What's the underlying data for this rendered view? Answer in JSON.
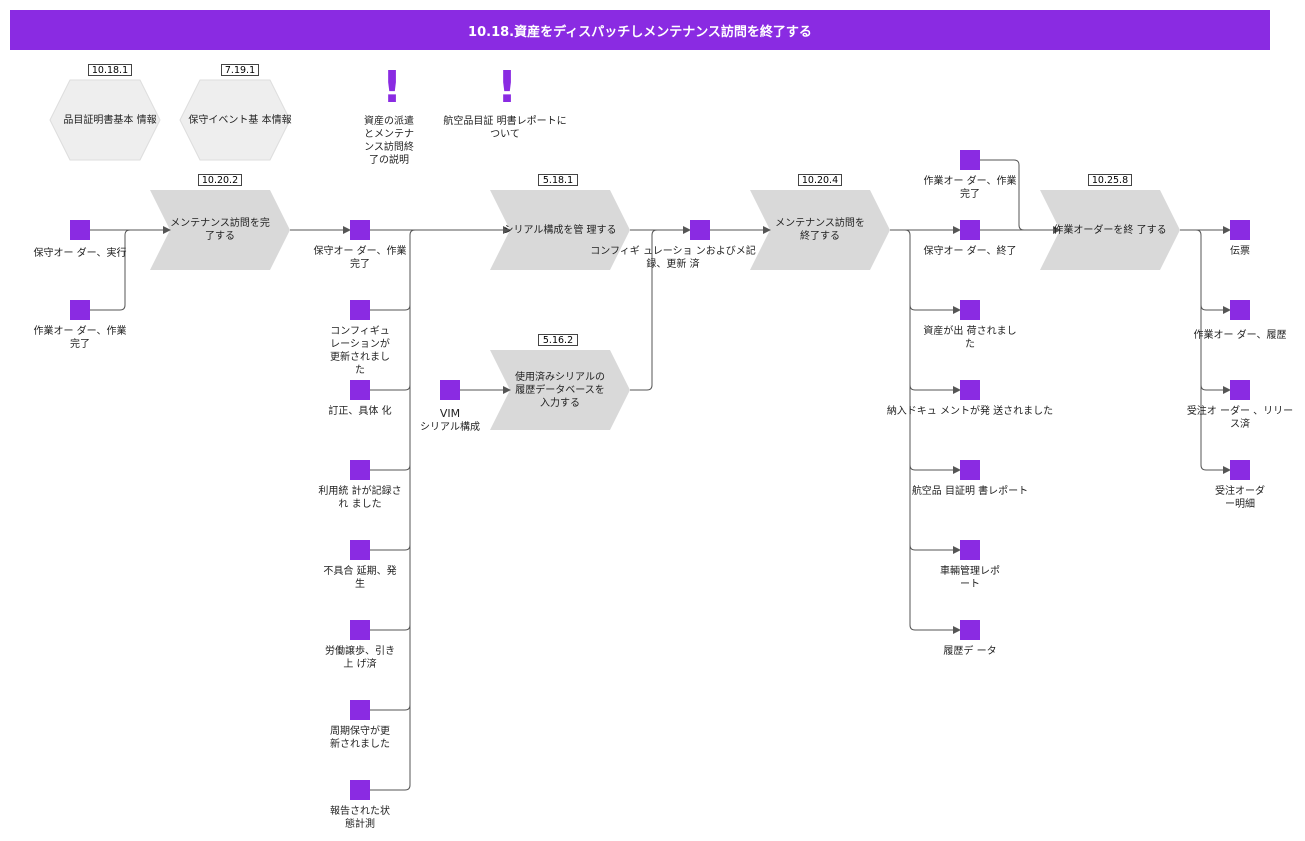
{
  "title": "10.18.資産をディスパッチしメンテナンス訪問を終了する",
  "colors": {
    "accent": "#8a2be2",
    "process_fill": "#d9d9d9",
    "hexagon_fill": "#eeeeee",
    "line": "#555555"
  },
  "hexagons": [
    {
      "id": "h1",
      "tag": "10.18.1",
      "label": "品目証明書基本 情報"
    },
    {
      "id": "h2",
      "tag": "7.19.1",
      "label": "保守イベント基 本情報"
    }
  ],
  "notes": [
    {
      "id": "n1",
      "icon": "exclamation-icon",
      "label": "資産の派遣とメンテナンス訪問終了の説明"
    },
    {
      "id": "n2",
      "icon": "exclamation-icon",
      "label": "航空品目証 明書レポートについて"
    }
  ],
  "processes": [
    {
      "id": "p1",
      "tag": "10.20.2",
      "label": "メンテナンス訪問を完了する"
    },
    {
      "id": "p2",
      "tag": "5.18.1",
      "label": "シリアル構成を管 理する"
    },
    {
      "id": "p3",
      "tag": "5.16.2",
      "label": "使用済みシリアルの履歴データベースを入力する"
    },
    {
      "id": "p4",
      "tag": "10.20.4",
      "label": "メンテナンス訪問を終了する"
    },
    {
      "id": "p5",
      "tag": "10.25.8",
      "label": "作業オーダーを終 了する"
    }
  ],
  "events": [
    {
      "id": "e1",
      "label": "保守オー ダー、実行"
    },
    {
      "id": "e2",
      "label": "作業オー ダー、作業完了"
    },
    {
      "id": "e3",
      "label": "保守オー ダー、作業完了"
    },
    {
      "id": "e4",
      "label": "コンフィギュレーションが更新されました"
    },
    {
      "id": "e5",
      "label": "訂正、具体 化"
    },
    {
      "id": "e6",
      "label": "利用統 計が記録され ました"
    },
    {
      "id": "e7",
      "label": "不具合 延期、発生"
    },
    {
      "id": "e8",
      "label": "労働譲歩、引き上 げ済"
    },
    {
      "id": "e9",
      "label": "周期保守が更新されました"
    },
    {
      "id": "e10",
      "label": "報告された状態計測"
    },
    {
      "id": "e11",
      "label": "VIM"
    },
    {
      "id": "e11b",
      "label": "シリアル構成"
    },
    {
      "id": "e12",
      "label": "コンフィギ ュレーショ ンおよびメ記録、更新 済"
    },
    {
      "id": "e13",
      "label": "作業オー ダー、作業完了"
    },
    {
      "id": "e14",
      "label": "保守オー ダー、終了"
    },
    {
      "id": "e15",
      "label": "資産が出 荷されました"
    },
    {
      "id": "e16",
      "label": "納入ドキュ メントが発 送されました"
    },
    {
      "id": "e17",
      "label": "航空品 目証明 書レポート"
    },
    {
      "id": "e18",
      "label": "車輛管理レポート"
    },
    {
      "id": "e19",
      "label": "履歴デ ータ"
    },
    {
      "id": "e20",
      "label": "伝票"
    },
    {
      "id": "e21",
      "label": "作業オー ダー、履歴"
    },
    {
      "id": "e22",
      "label": "受注オ ーダー 、リリース済"
    },
    {
      "id": "e23",
      "label": "受注オーダー明細"
    }
  ]
}
